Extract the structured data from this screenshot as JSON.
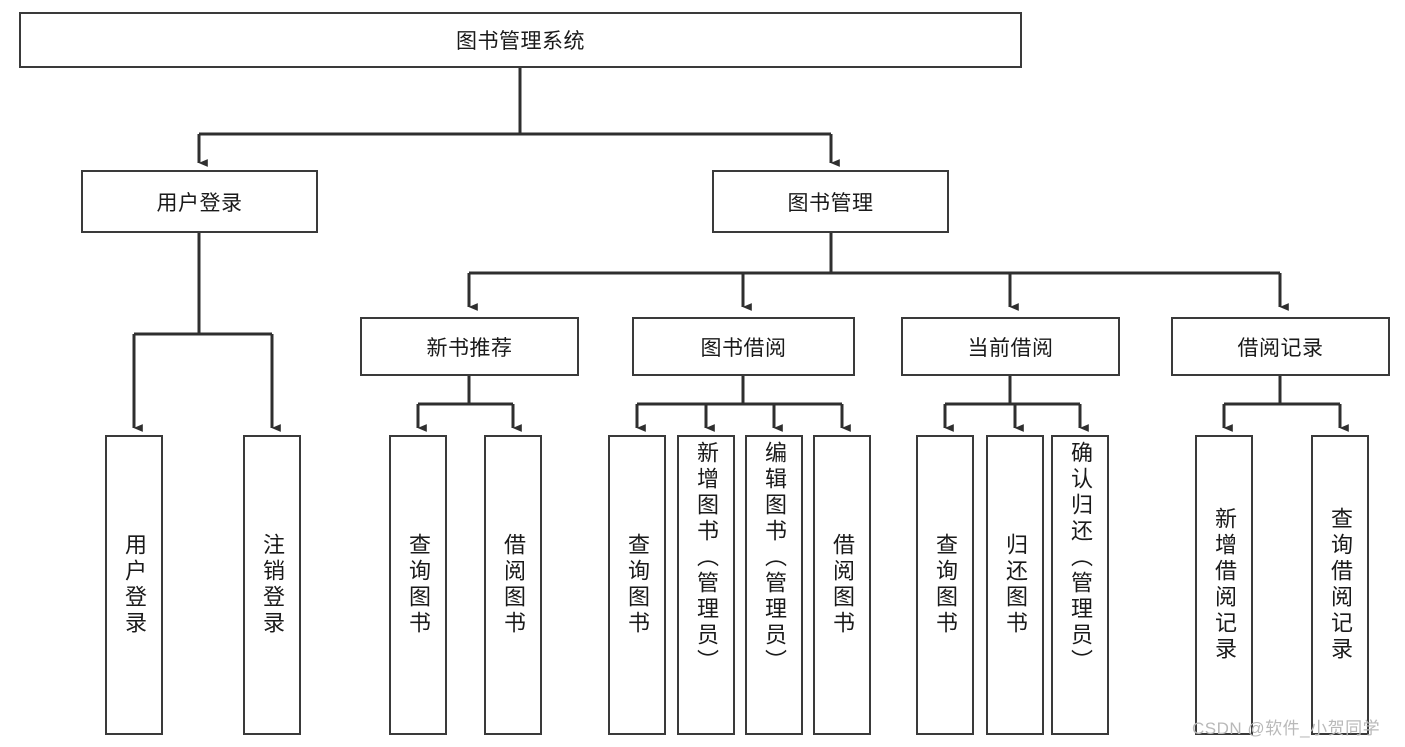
{
  "diagram": {
    "title_text": "图书管理系统",
    "type": "tree-hierarchy-chart",
    "watermark": "CSDN @软件_小贺同学",
    "colors": {
      "box_border": "#3a3a3a",
      "box_fill": "#ffffff",
      "line": "#2f2f2f",
      "text": "#1a1a1a",
      "watermark": "#b9b9b9",
      "background": "#ffffff"
    },
    "nodes": {
      "root": {
        "label": "图书管理系统"
      },
      "level2": [
        {
          "id": "user-login",
          "label": "用户登录"
        },
        {
          "id": "book-manage",
          "label": "图书管理"
        }
      ],
      "level3": [
        {
          "id": "new-book-recommend",
          "label": "新书推荐"
        },
        {
          "id": "book-borrow",
          "label": "图书借阅"
        },
        {
          "id": "current-borrow",
          "label": "当前借阅"
        },
        {
          "id": "borrow-record",
          "label": "借阅记录"
        }
      ],
      "leaves": {
        "user_login": [
          {
            "id": "leaf-user-login",
            "label": "用户登录"
          },
          {
            "id": "leaf-logout-login",
            "label": "注销登录"
          }
        ],
        "new_book_recommend": [
          {
            "id": "leaf-query-book-1",
            "label": "查询图书"
          },
          {
            "id": "leaf-borrow-book-1",
            "label": "借阅图书"
          }
        ],
        "book_borrow": [
          {
            "id": "leaf-query-book-2",
            "label": "查询图书"
          },
          {
            "id": "leaf-add-book",
            "label": "新增图书（管理员）"
          },
          {
            "id": "leaf-edit-book",
            "label": "编辑图书（管理员）"
          },
          {
            "id": "leaf-borrow-book-2",
            "label": "借阅图书"
          }
        ],
        "current_borrow": [
          {
            "id": "leaf-query-book-3",
            "label": "查询图书"
          },
          {
            "id": "leaf-return-book",
            "label": "归还图书"
          },
          {
            "id": "leaf-confirm-return",
            "label": "确认归还（管理员）"
          }
        ],
        "borrow_record": [
          {
            "id": "leaf-add-borrow-record",
            "label": "新增借阅记录"
          },
          {
            "id": "leaf-query-borrow-record",
            "label": "查询借阅记录"
          }
        ]
      }
    }
  }
}
